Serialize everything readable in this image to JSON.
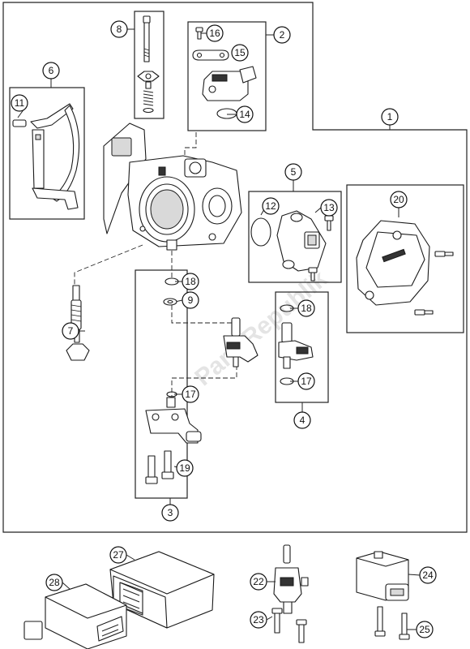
{
  "watermark": "PartsRepublik",
  "callouts": [
    {
      "id": "c1",
      "label": "1"
    },
    {
      "id": "c2",
      "label": "2"
    },
    {
      "id": "c3",
      "label": "3"
    },
    {
      "id": "c4",
      "label": "4"
    },
    {
      "id": "c5",
      "label": "5"
    },
    {
      "id": "c6",
      "label": "6"
    },
    {
      "id": "c7",
      "label": "7"
    },
    {
      "id": "c8",
      "label": "8"
    },
    {
      "id": "c9",
      "label": "9"
    },
    {
      "id": "c11",
      "label": "11"
    },
    {
      "id": "c12",
      "label": "12"
    },
    {
      "id": "c13",
      "label": "13"
    },
    {
      "id": "c14",
      "label": "14"
    },
    {
      "id": "c15",
      "label": "15"
    },
    {
      "id": "c16",
      "label": "16"
    },
    {
      "id": "c17a",
      "label": "17"
    },
    {
      "id": "c17b",
      "label": "17"
    },
    {
      "id": "c18a",
      "label": "18"
    },
    {
      "id": "c18b",
      "label": "18"
    },
    {
      "id": "c19",
      "label": "19"
    },
    {
      "id": "c20",
      "label": "20"
    },
    {
      "id": "c22",
      "label": "22"
    },
    {
      "id": "c23",
      "label": "23"
    },
    {
      "id": "c24",
      "label": "24"
    },
    {
      "id": "c25",
      "label": "25"
    },
    {
      "id": "c27",
      "label": "27"
    },
    {
      "id": "c28",
      "label": "28"
    }
  ]
}
